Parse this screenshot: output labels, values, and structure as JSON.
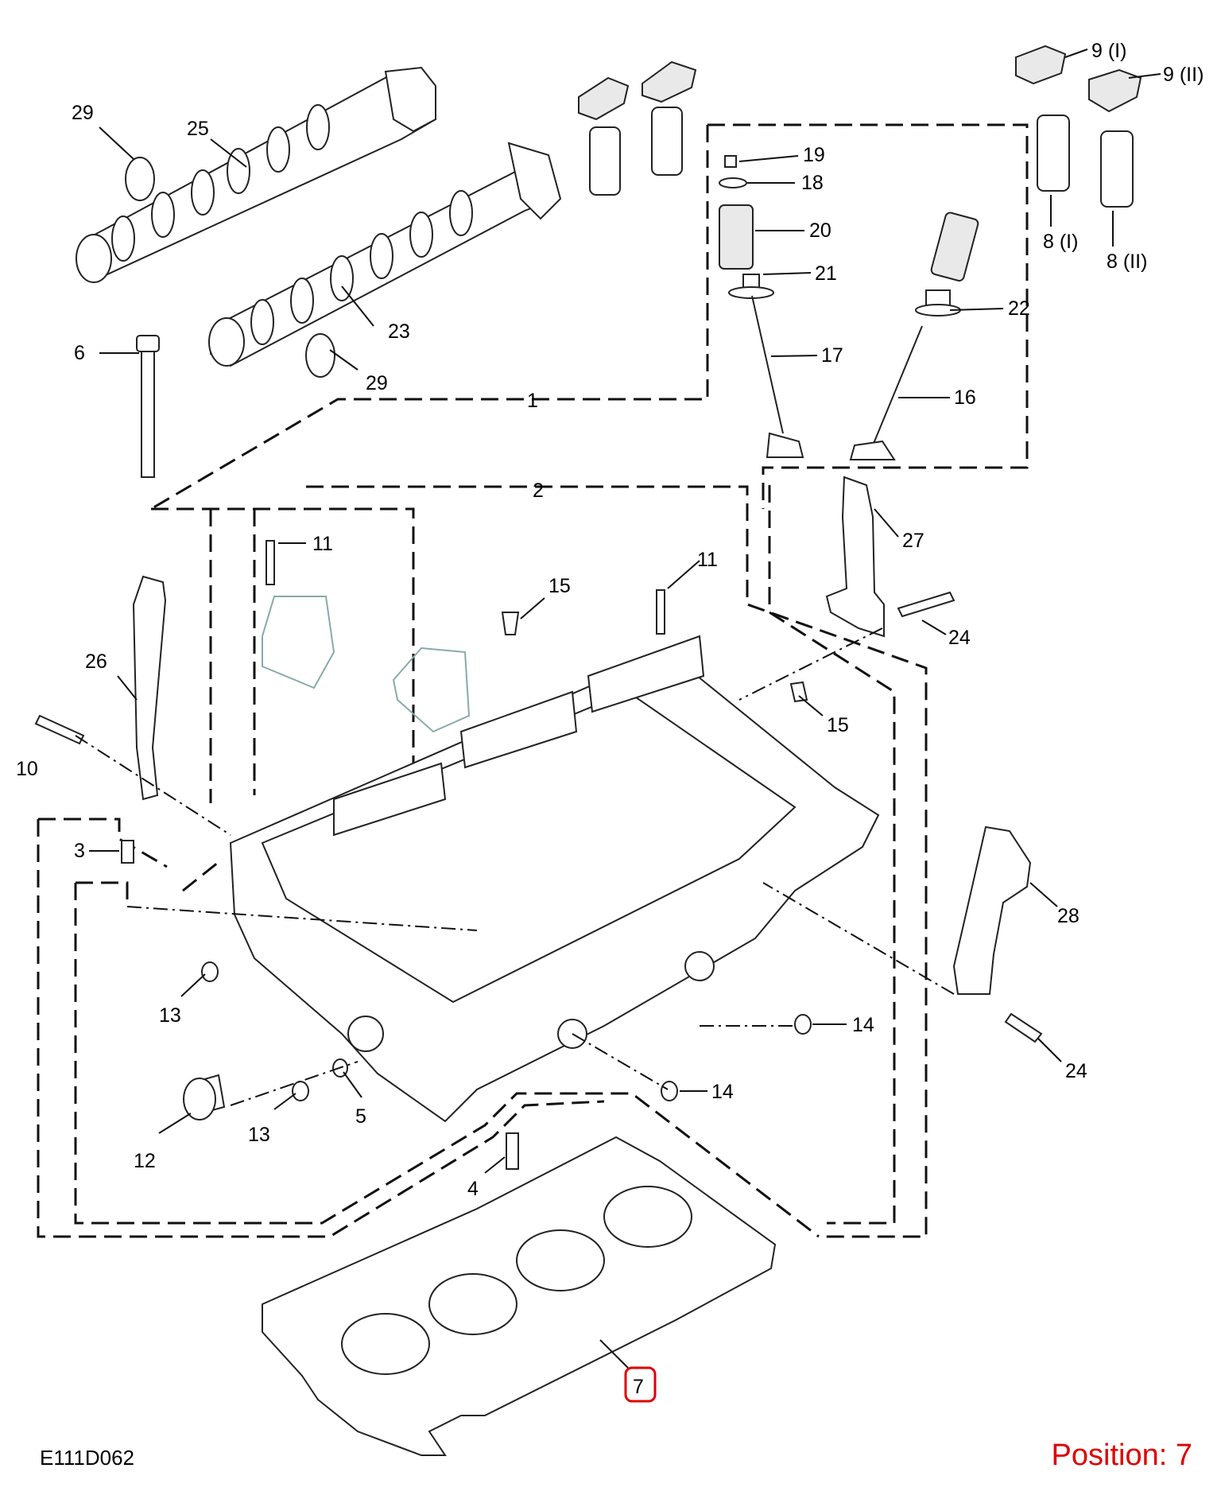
{
  "diagram": {
    "code": "E111D062",
    "position_text": "Position: 7",
    "highlight_color": "#e00000",
    "callouts": {
      "c29a": "29",
      "c25": "25",
      "c23": "23",
      "c29b": "29",
      "c6": "6",
      "c1": "1",
      "c2": "2",
      "c19": "19",
      "c18": "18",
      "c20": "20",
      "c21": "21",
      "c17": "17",
      "c22": "22",
      "c16": "16",
      "c9i": "9 (I)",
      "c9ii": "9 (II)",
      "c8i": "8 (I)",
      "c8ii": "8 (II)",
      "c11a": "11",
      "c11b": "11",
      "c15a": "15",
      "c15b": "15",
      "c27": "27",
      "c24a": "24",
      "c24b": "24",
      "c26": "26",
      "c10": "10",
      "c3": "3",
      "c28": "28",
      "c13a": "13",
      "c13b": "13",
      "c14a": "14",
      "c14b": "14",
      "c12": "12",
      "c5": "5",
      "c4": "4",
      "c7": "7"
    }
  }
}
